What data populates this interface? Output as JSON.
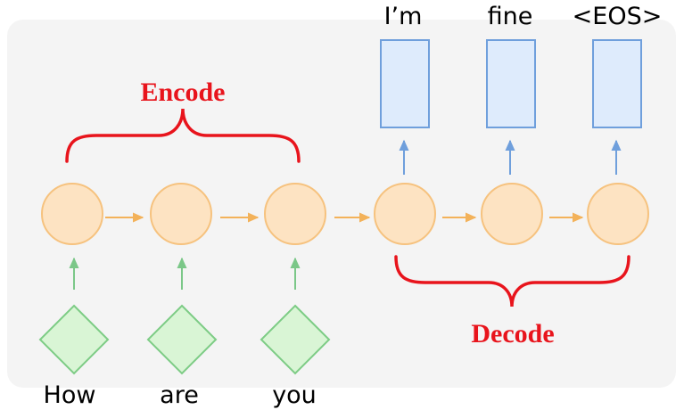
{
  "encoder": {
    "label": "Encode",
    "inputs": [
      "How",
      "are",
      "you"
    ]
  },
  "decoder": {
    "label": "Decode",
    "outputs": [
      "I’m",
      "fine",
      "<EOS>"
    ]
  },
  "colors": {
    "panel": "#f4f4f4",
    "node_fill": "#fde3c2",
    "node_stroke": "#f6c27e",
    "diamond_fill": "#d9f5d5",
    "diamond_stroke": "#7dcc85",
    "output_fill": "#deebfc",
    "output_stroke": "#6f9fdc",
    "brace": "#e8141c",
    "arrow_green": "#7bc788",
    "arrow_orange": "#f3b25a",
    "arrow_blue": "#6f9fdc"
  }
}
